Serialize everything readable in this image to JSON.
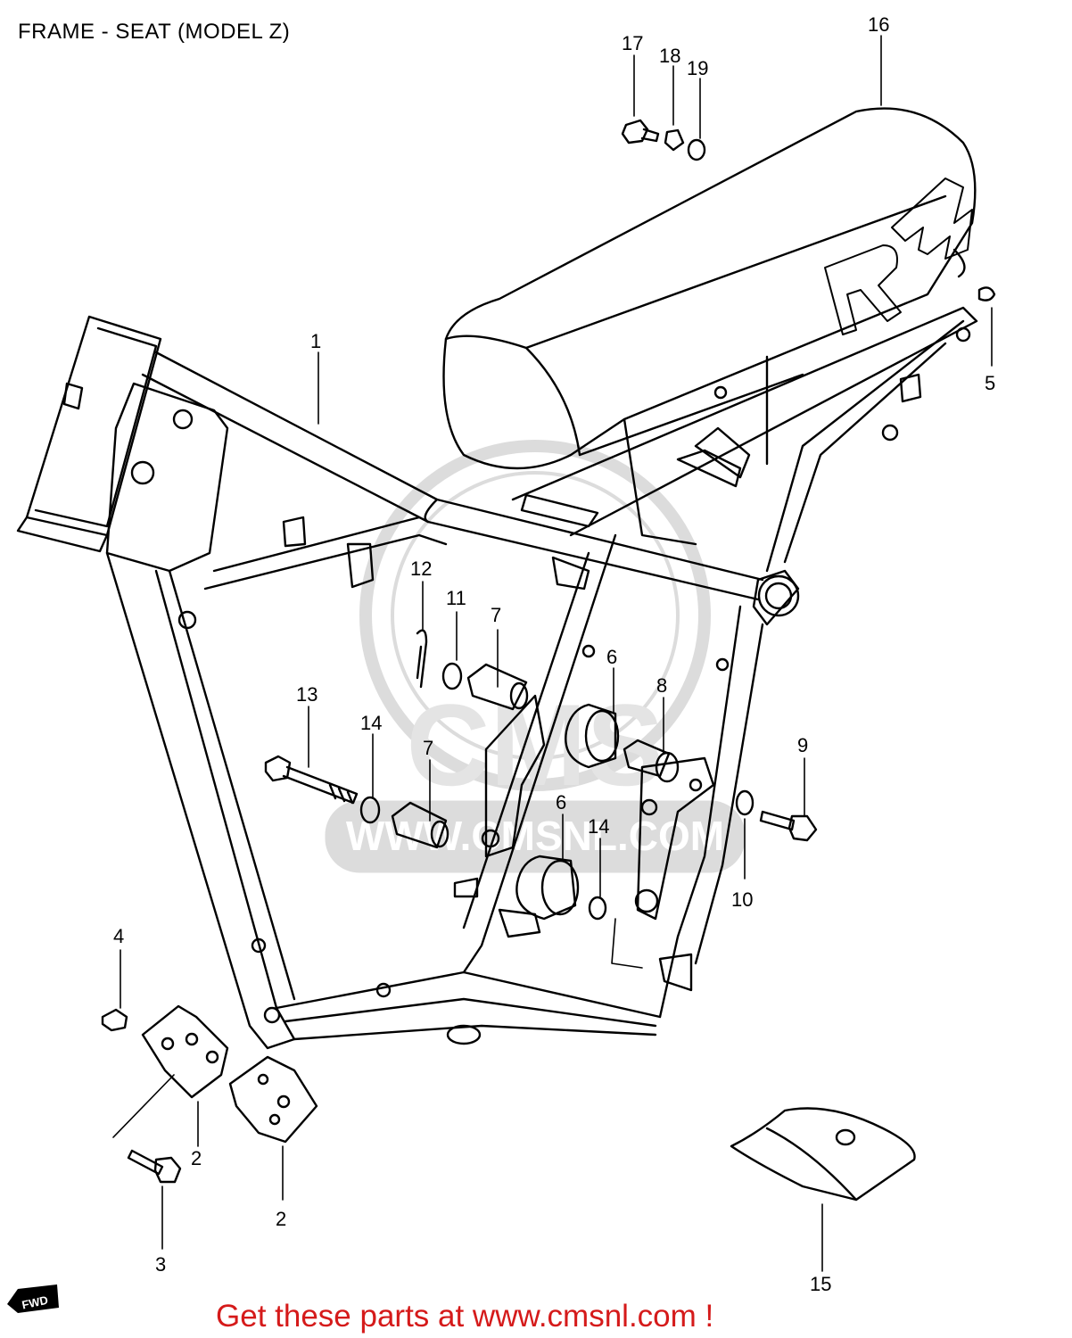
{
  "title": "FRAME - SEAT (MODEL Z)",
  "watermark": {
    "brand": "CMS",
    "url": "WWW.CMSNL.COM"
  },
  "fwd_marker": "FWD",
  "seat_logo": "RM",
  "callouts": [
    "1",
    "2",
    "2",
    "3",
    "4",
    "5",
    "6",
    "6",
    "7",
    "7",
    "8",
    "9",
    "10",
    "11",
    "12",
    "13",
    "14",
    "14",
    "15",
    "16",
    "17",
    "18",
    "19"
  ],
  "promo_text": "Get these parts at www.cmsnl.com !",
  "colors": {
    "line": "#000000",
    "watermark": "#d9d9d9",
    "promo": "#d51a1a"
  }
}
